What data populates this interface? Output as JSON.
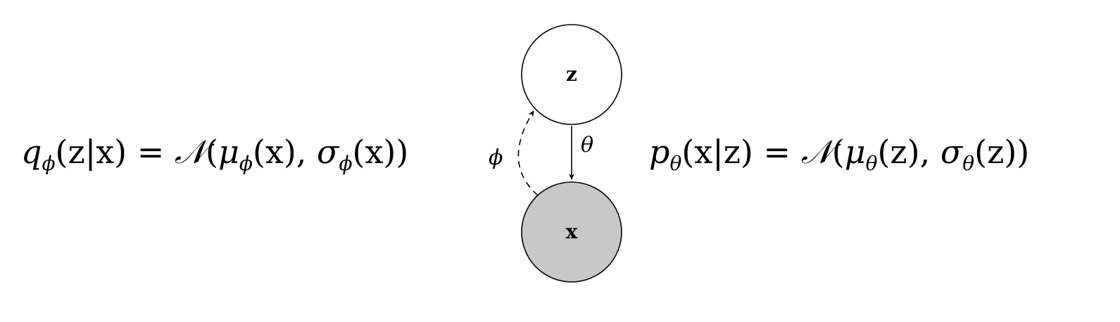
{
  "diagram": {
    "nodes": [
      {
        "id": "z",
        "label": "z",
        "observed": false,
        "fill": "#ffffff"
      },
      {
        "id": "x",
        "label": "x",
        "observed": true,
        "fill": "#c8c8c8"
      }
    ],
    "edges": [
      {
        "from": "z",
        "to": "x",
        "label": "θ",
        "style": "solid"
      },
      {
        "from": "x",
        "to": "z",
        "label": "ϕ",
        "style": "dashed"
      }
    ]
  },
  "equations": {
    "left": {
      "fn": "q",
      "fn_sub": "ϕ",
      "args": "(z|x)",
      "equals": " = ",
      "dist": "𝒩",
      "open": "(",
      "mu": "μ",
      "mu_sub": "ϕ",
      "mu_arg": "(x)",
      "comma": ", ",
      "sigma": "σ",
      "sigma_sub": "ϕ",
      "sigma_arg": "(x)",
      "close": ")"
    },
    "right": {
      "fn": "p",
      "fn_sub": "θ",
      "args": "(x|z)",
      "equals": " = ",
      "dist": "𝒩",
      "open": "(",
      "mu": "μ",
      "mu_sub": "θ",
      "mu_arg": "(z)",
      "comma": ", ",
      "sigma": "σ",
      "sigma_sub": "θ",
      "sigma_arg": "(z)",
      "close": ")"
    }
  }
}
